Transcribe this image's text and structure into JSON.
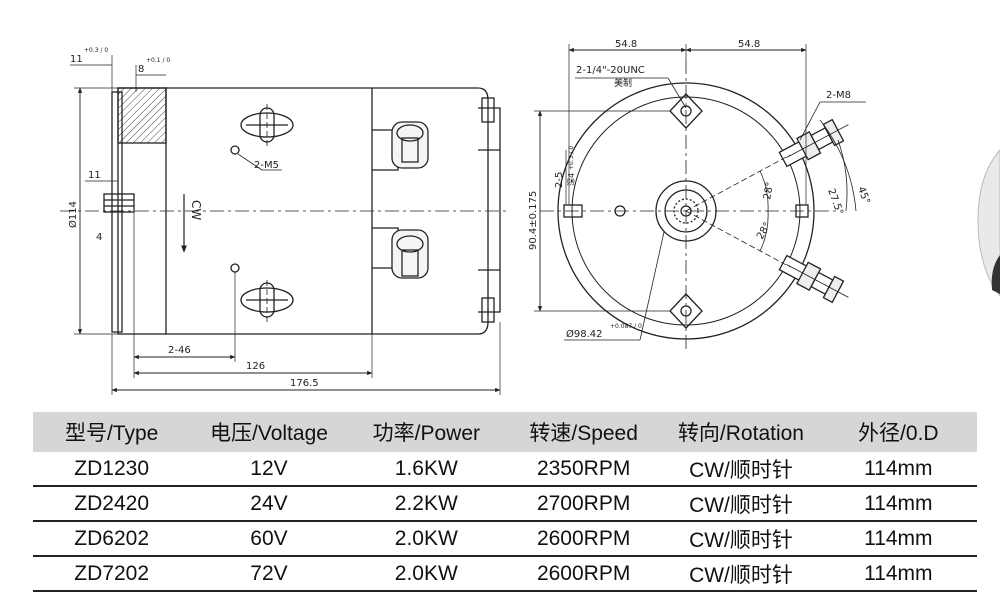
{
  "diagram": {
    "side_view": {
      "dim_top_left_a": "11",
      "dim_top_left_a_tol": "+0.3 / 0",
      "dim_top_left_b": "8",
      "dim_top_left_b_tol": "+0.1 / 0",
      "dim_small_11": "11",
      "dim_small_4": "4",
      "dim_diameter": "Ø114",
      "rotation": "CW",
      "thread_note": "2-M5",
      "dim_2_46": "2-46",
      "dim_126": "126",
      "dim_176_5": "176.5"
    },
    "front_view": {
      "dim_54_8_left": "54.8",
      "dim_54_8_right": "54.8",
      "thread_unc": "2-1/4\"-20UNC",
      "thread_unc_note": "美制",
      "thread_m8": "2-M8",
      "dim_2_5": "2-5",
      "dim_2_5_tol": "+0.3 / 0",
      "dim_2_5_depth": "深4",
      "dim_90_4": "90.4±0.175",
      "angle_28_upper": "28°",
      "angle_28_lower": "28°",
      "angle_27_5": "27.5°",
      "angle_45": "45°",
      "dim_98_42": "Ø98.42",
      "dim_98_42_tol": "+0.087 / 0"
    }
  },
  "table": {
    "headers": [
      "型号/Type",
      "电压/Voltage",
      "功率/Power",
      "转速/Speed",
      "转向/Rotation",
      "外径/0.D"
    ],
    "rows": [
      [
        "ZD1230",
        "12V",
        "1.6KW",
        "2350RPM",
        "CW/顺时针",
        "114mm"
      ],
      [
        "ZD2420",
        "24V",
        "2.2KW",
        "2700RPM",
        "CW/顺时针",
        "114mm"
      ],
      [
        "ZD6202",
        "60V",
        "2.0KW",
        "2600RPM",
        "CW/顺时针",
        "114mm"
      ],
      [
        "ZD7202",
        "72V",
        "2.0KW",
        "2600RPM",
        "CW/顺时针",
        "114mm"
      ]
    ]
  }
}
